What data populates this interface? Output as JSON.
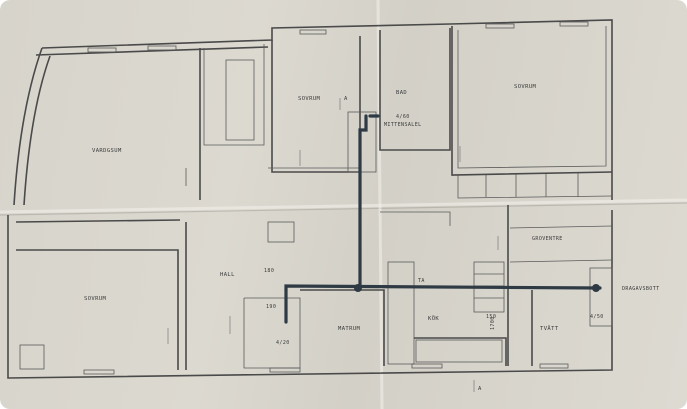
{
  "rooms": [
    {
      "id": "vardagsrum",
      "label": "VARDGSUM"
    },
    {
      "id": "sovrum-top",
      "label": "SOVRUM"
    },
    {
      "id": "bad",
      "label": "BAD"
    },
    {
      "id": "sovrum-right",
      "label": "SOVRUM"
    },
    {
      "id": "sovrum-left",
      "label": "SOVRUM"
    },
    {
      "id": "hall",
      "label": "HALL"
    },
    {
      "id": "matrum",
      "label": "MATRUM"
    },
    {
      "id": "kok",
      "label": "KÖK"
    },
    {
      "id": "tvatt",
      "label": "TVÄTT"
    },
    {
      "id": "groventre",
      "label": "GROVENTRE"
    }
  ],
  "annotations": {
    "mittensalel": "MITTENSALEL",
    "dragavsbott": "DRAGAVSBOTT",
    "dim_a": "4/60",
    "dim_b": "180",
    "dim_c": "4/20",
    "dim_d": "190",
    "dim_e": "1700",
    "dim_f": "4/50",
    "dim_g": "150",
    "section_top": "A",
    "section_bottom": "A",
    "mark_ta": "TA"
  },
  "colors": {
    "paper": "#d9d6cd",
    "ink": "#4a4a4a",
    "pipe": "#2e3a44"
  }
}
